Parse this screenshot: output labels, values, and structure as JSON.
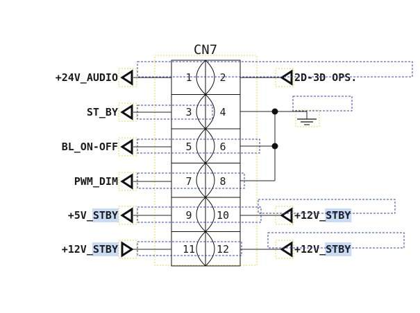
{
  "connector": {
    "title": "CN7",
    "pins": [
      {
        "left": "1",
        "right": "2"
      },
      {
        "left": "3",
        "right": "4"
      },
      {
        "left": "5",
        "right": "6"
      },
      {
        "left": "7",
        "right": "8"
      },
      {
        "left": "9",
        "right": "10"
      },
      {
        "left": "11",
        "right": "12"
      }
    ]
  },
  "left_nets": [
    {
      "label": "+24V_AUDIO",
      "plain": "+24V_AUDIO",
      "highlight": ""
    },
    {
      "label": "ST_BY",
      "plain": "ST_BY",
      "highlight": ""
    },
    {
      "label": "BL_ON-OFF",
      "plain": "BL_ON-OFF",
      "highlight": ""
    },
    {
      "label": "PWM_DIM",
      "plain": "PWM_DIM",
      "highlight": ""
    },
    {
      "label": "+5V_STBY",
      "plain": "+5V_",
      "highlight": "STBY"
    },
    {
      "label": "+12V_STBY",
      "plain": "+12V_",
      "highlight": "STBY"
    }
  ],
  "right_nets": [
    {
      "row": 0,
      "label": "2D-3D OPS.",
      "plain": "2D-3D OPS.",
      "highlight": ""
    },
    {
      "row": 4,
      "label": "+12V_STBY",
      "plain": "+12V_",
      "highlight": "STBY"
    },
    {
      "row": 5,
      "label": "+12V_STBY",
      "plain": "+12V_",
      "highlight": "STBY"
    }
  ],
  "colors": {
    "highlight": "#c9dcf5",
    "dashed_box": "#3040c0",
    "symbol_box": "#e8d84a",
    "wire": "#222222"
  }
}
